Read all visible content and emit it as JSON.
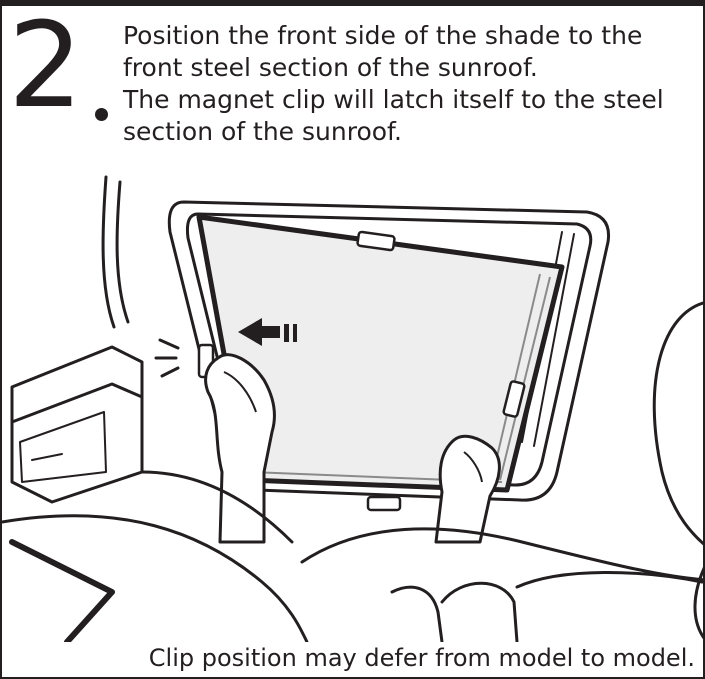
{
  "step": {
    "number": "2",
    "lines": [
      "Position the front side of the shade to the",
      "front steel section of the sunroof.",
      "The magnet clip will latch itself to the steel",
      "section of the sunroof."
    ]
  },
  "caption": "Clip position may defer from model to model.",
  "colors": {
    "ink": "#231f20",
    "shade_fill": "#eeeeee",
    "paper": "#ffffff"
  },
  "icons": [
    "arrow-left-icon",
    "latch-burst-icon",
    "magnet-clip-icon",
    "hand-icon"
  ]
}
